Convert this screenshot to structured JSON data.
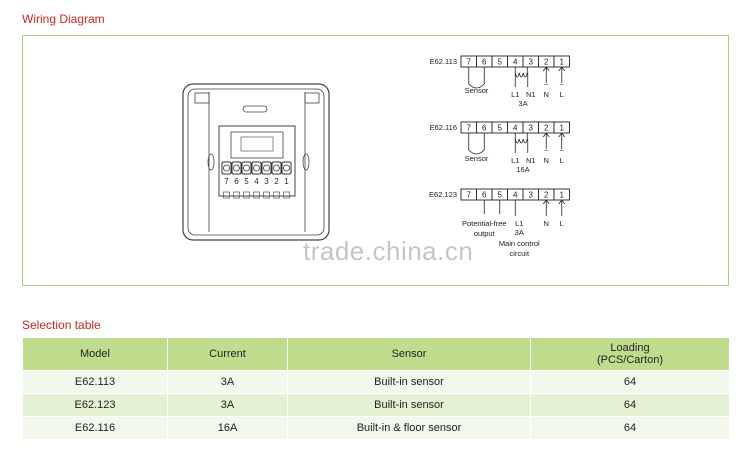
{
  "wiring_title": "Wiring Diagram",
  "selection_title": "Selection table",
  "watermark": "trade.china.cn",
  "device_terminals": [
    "7",
    "6",
    "5",
    "4",
    "3",
    "2",
    "1"
  ],
  "diagrams": [
    {
      "model": "E62.113",
      "terminals": [
        "7",
        "6",
        "5",
        "4",
        "3",
        "2",
        "1"
      ],
      "sensor_label": "Sensor",
      "load_labels": [
        "L1",
        "N1"
      ],
      "current": "3A",
      "power_labels": [
        "N",
        "L"
      ]
    },
    {
      "model": "E62.116",
      "terminals": [
        "7",
        "6",
        "5",
        "4",
        "3",
        "2",
        "1"
      ],
      "sensor_label": "Sensor",
      "load_labels": [
        "L1",
        "N1"
      ],
      "current": "16A",
      "power_labels": [
        "N",
        "L"
      ]
    },
    {
      "model": "E62.123",
      "terminals": [
        "7",
        "6",
        "5",
        "4",
        "3",
        "2",
        "1"
      ],
      "output_label_1": "Potential-free",
      "output_label_2": "output",
      "load_labels": [
        "L1"
      ],
      "current": "3A",
      "power_labels": [
        "N",
        "L"
      ],
      "circuit_label_1": "Main control",
      "circuit_label_2": "circuit"
    }
  ],
  "table": {
    "headers": [
      "Model",
      "Current",
      "Sensor",
      "Loading\n(PCS/Carton)"
    ],
    "rows": [
      [
        "E62.113",
        "3A",
        "Built-in sensor",
        "64"
      ],
      [
        "E62.123",
        "3A",
        "Built-in sensor",
        "64"
      ],
      [
        "E62.116",
        "16A",
        "Built-in & floor sensor",
        "64"
      ]
    ]
  }
}
